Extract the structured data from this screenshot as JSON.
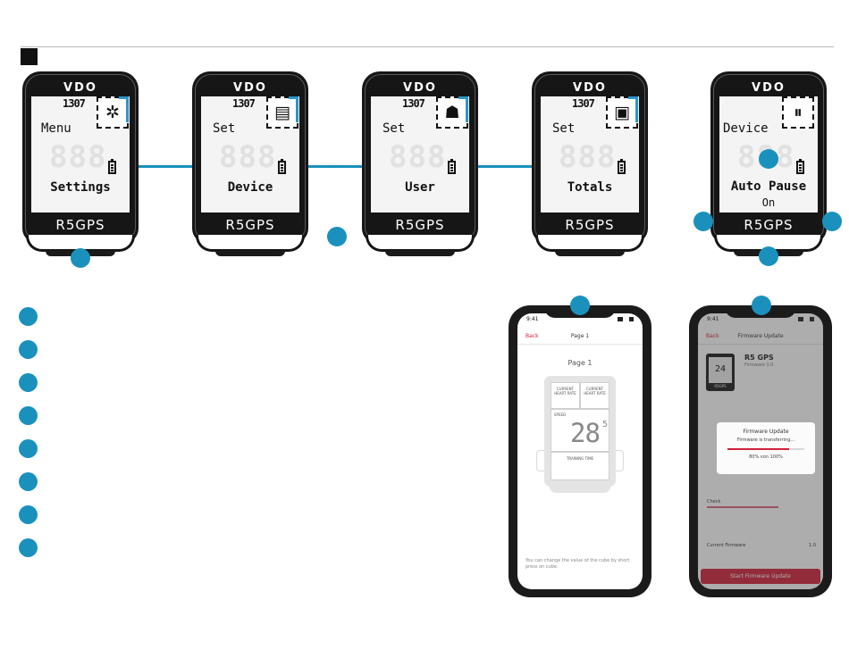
{
  "devices": [
    {
      "brand": "VDO",
      "clock": "1307",
      "icon": "gear-icon",
      "glyph": "✲",
      "top_label": "Menu",
      "ghost_digits": "888",
      "bottom_label": "Settings",
      "bottom_sub": "",
      "model": "R5GPS"
    },
    {
      "brand": "VDO",
      "clock": "1307",
      "icon": "device-icon",
      "glyph": "▤",
      "top_label": "Set",
      "ghost_digits": "888",
      "bottom_label": "Device",
      "bottom_sub": "",
      "model": "R5GPS"
    },
    {
      "brand": "VDO",
      "clock": "1307",
      "icon": "user-icon",
      "glyph": "☗",
      "top_label": "Set",
      "ghost_digits": "888",
      "bottom_label": "User",
      "bottom_sub": "",
      "model": "R5GPS"
    },
    {
      "brand": "VDO",
      "clock": "1307",
      "icon": "save-icon",
      "glyph": "▣",
      "top_label": "Set",
      "ghost_digits": "888",
      "bottom_label": "Totals",
      "bottom_sub": "",
      "model": "R5GPS"
    },
    {
      "brand": "VDO",
      "clock": "",
      "icon": "pause-icon",
      "glyph": "⏸",
      "top_label": "Device",
      "ghost_digits": "888",
      "bottom_label": "Auto Pause",
      "bottom_sub": "On",
      "model": "R5GPS"
    }
  ],
  "phone1": {
    "time": "9:41",
    "back": "Back",
    "title": "Page 1",
    "page_label": "Page 1",
    "field_top_left": "CURRENT HEART RATE",
    "field_top_right": "CURRENT HEART RATE",
    "speed_label": "SPEED",
    "speed_value": "28",
    "speed_sup": "5",
    "field_bottom": "TRAINING TIME",
    "footer": "You can change the value of the cube by short press on cube."
  },
  "phone2": {
    "time": "9:41",
    "back": "Back",
    "title": "Firmware Update",
    "thumb_value": "24",
    "thumb_model": "R5GPS",
    "device_name": "R5 GPS",
    "device_version": "Firmware 1.0",
    "modal_title": "Firmware Update",
    "modal_message": "Firmware is transferring...",
    "progress_text": "80% von 100%",
    "progress": 0.8,
    "check_text": "Check",
    "current_label": "Current Firmware",
    "current_value": "1.0",
    "button": "Start Firmware Update"
  },
  "colors": {
    "accent": "#1a91bd",
    "red": "#d0213a",
    "device": "#161616"
  }
}
